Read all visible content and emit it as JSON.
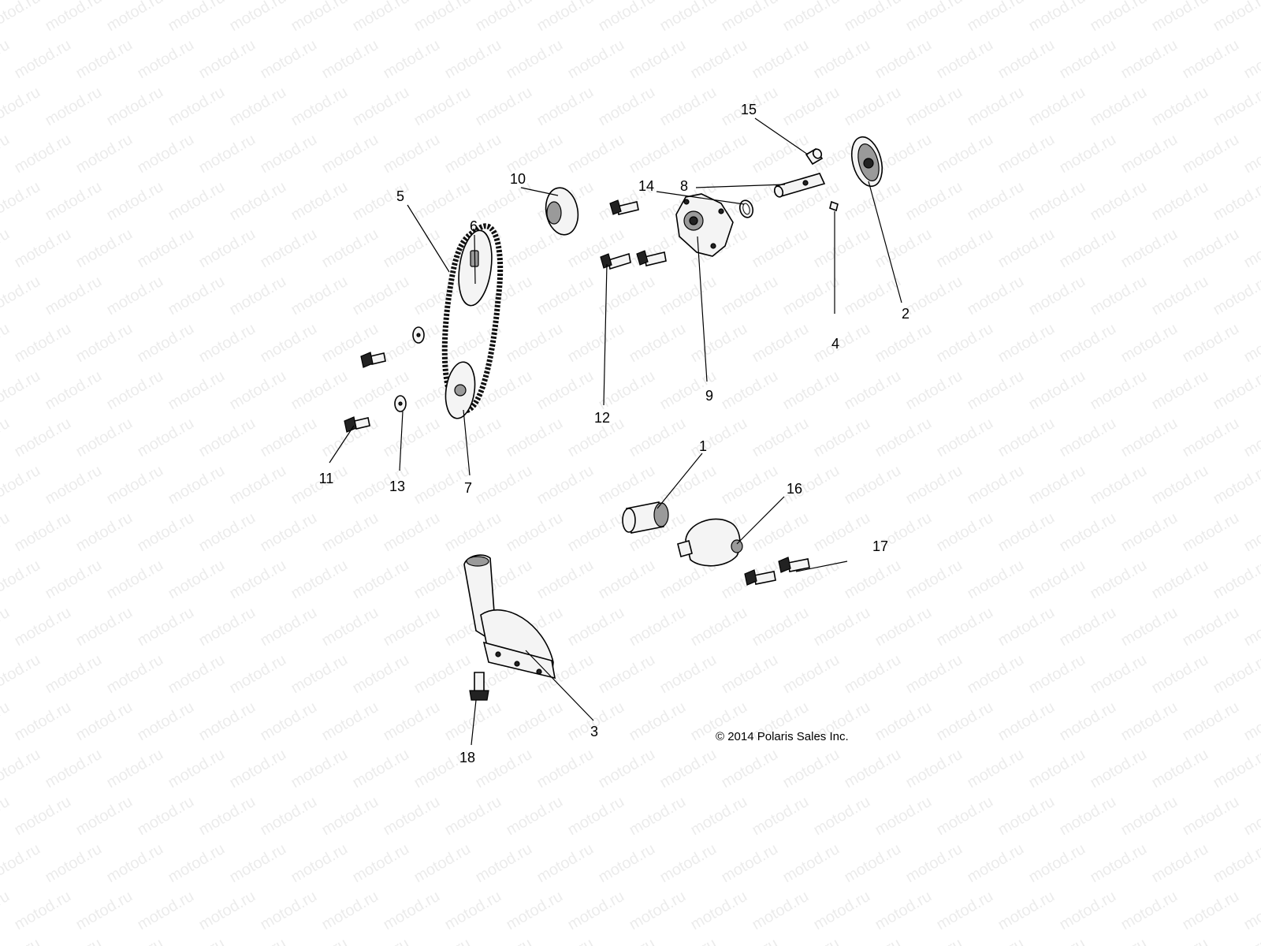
{
  "watermark": "motod.ru",
  "callouts": {
    "n1": "1",
    "n2": "2",
    "n3": "3",
    "n4": "4",
    "n5": "5",
    "n6": "6",
    "n7": "7",
    "n8": "8",
    "n9": "9",
    "n10": "10",
    "n11": "11",
    "n12": "12",
    "n13": "13",
    "n14": "14",
    "n15": "15",
    "n16": "16",
    "n17": "17",
    "n18": "18"
  },
  "copyright": "© 2014 Polaris Sales Inc."
}
